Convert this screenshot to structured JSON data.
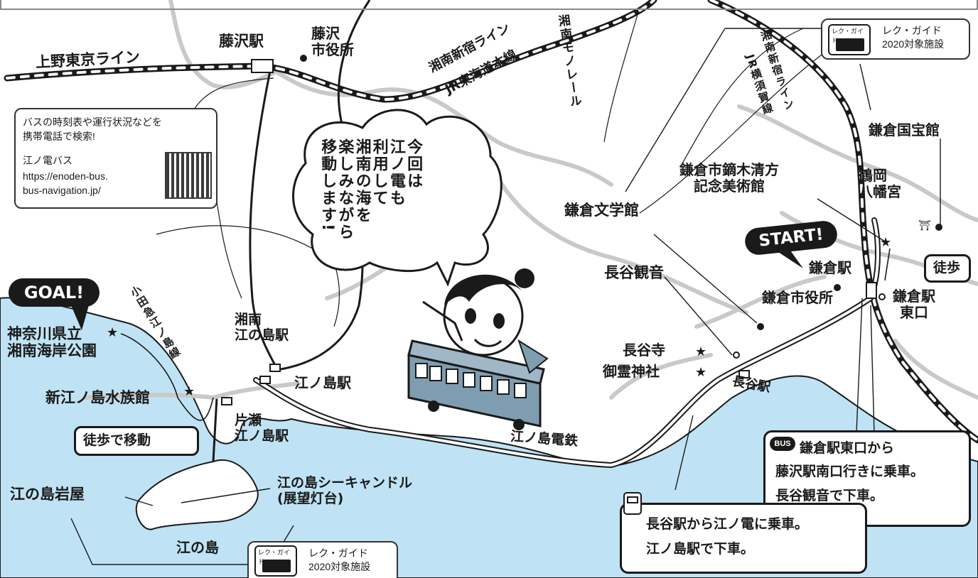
{
  "colors": {
    "sea": "#bfe3f4",
    "line": "#1a1a1a",
    "road": "#c9c9c9",
    "tram": "#7f9db0"
  },
  "lines": {
    "ueno_tokyo": "上野東京ライン",
    "shonan_shinjuku": "湘南新宿ライン",
    "jr_tokaido": "JR東海道本線",
    "shonan_monorail": "湘南モノレール",
    "jr_yokosuka": "JR横須賀線",
    "jr_yokosuka_shonan": "湘南新宿ライン",
    "odakyu_enoshima": "小田急江ノ島線",
    "enoden": "江ノ島電鉄"
  },
  "places": {
    "fujisawa_station": "藤沢駅",
    "fujisawa_city_hall": "藤沢\n市役所",
    "shonan_enoshima_station": "湘南\n江の島駅",
    "enoshima_station": "江ノ島駅",
    "katase_enoshima_station": "片瀬\n江ノ島駅",
    "aquarium": "新江ノ島水族館",
    "kanagawa_park": "神奈川県立\n湘南海岸公園",
    "iwaya": "江の島岩屋",
    "sea_candle": "江の島シーキャンドル\n(展望灯台)",
    "enoshima": "江の島",
    "hase_kannon": "長谷観音",
    "hasedera": "長谷寺",
    "goryo_shrine": "御霊神社",
    "hase_station": "長谷駅",
    "kamakura_literature": "鎌倉文学館",
    "kaburaki_museum": "鎌倉市鏑木清方\n記念美術館",
    "kokuhokan": "鎌倉国宝館",
    "tsurugaoka": "鶴岡\n八幡宮",
    "kamakura_station": "鎌倉駅",
    "kamakura_city_hall": "鎌倉市役所",
    "kamakura_east_exit": "鎌倉駅\n東口"
  },
  "bubbles": {
    "goal": "GOAL!",
    "start": "START!"
  },
  "speech": {
    "text": "今回は\n江ノ電も\n利用して\n湘南の海を\n楽しみながら\n移動します!"
  },
  "walk_labels": {
    "toho": "徒歩",
    "toho_move": "徒歩で移動"
  },
  "bus_info": {
    "title": "バスの時刻表や運行状況などを\n携帯電話で検索!",
    "name": "江ノ電バス",
    "url": "https://enoden-bus.\nbus-navigation.jp/"
  },
  "guide": {
    "badge": "レク・ガイド",
    "label": "レク・ガイド\n2020対象施設"
  },
  "notes": {
    "bus_badge": "BUS",
    "bus": "鎌倉駅東口から\n藤沢駅南口行きに乗車。\n長谷観音で下車。",
    "train": "長谷駅から江ノ電に乗車。\n江ノ島駅で下車。"
  }
}
